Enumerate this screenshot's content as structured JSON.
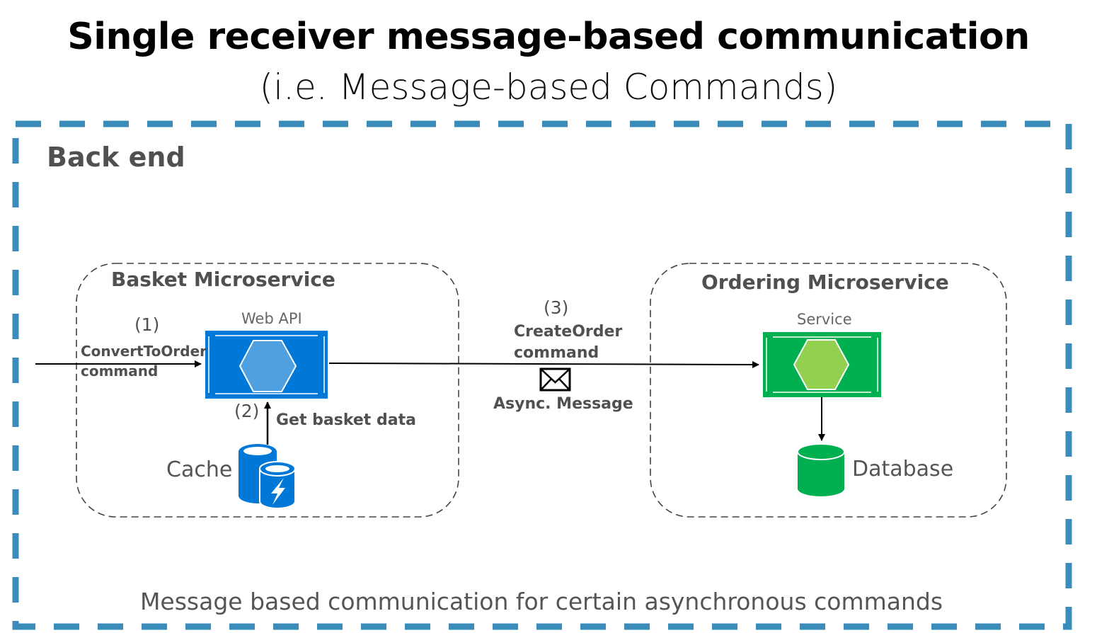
{
  "header": {
    "title": "Single receiver message-based communication",
    "subtitle": "(i.e. Message-based Commands)"
  },
  "backend": {
    "label": "Back end",
    "border_color": "#3a8dba",
    "footer": "Message based communication for certain asynchronous commands"
  },
  "basket": {
    "title": "Basket Microservice",
    "component_label": "Web API",
    "component_color": "#0078d7",
    "hexagon_color": "#4fa0e0",
    "store_label": "Cache",
    "store_icon": "cache-icon"
  },
  "ordering": {
    "title": "Ordering Microservice",
    "component_label": "Service",
    "component_color": "#00b050",
    "hexagon_color": "#92d050",
    "store_label": "Database",
    "store_icon": "database-icon"
  },
  "steps": [
    {
      "number": "(1)",
      "line1": "ConvertToOrder",
      "line2": "command"
    },
    {
      "number": "(2)",
      "line1": "Get basket data"
    },
    {
      "number": "(3)",
      "line1": "CreateOrder",
      "line2": "command",
      "message_label": "Async. Message",
      "message_icon": "envelope-icon"
    }
  ]
}
